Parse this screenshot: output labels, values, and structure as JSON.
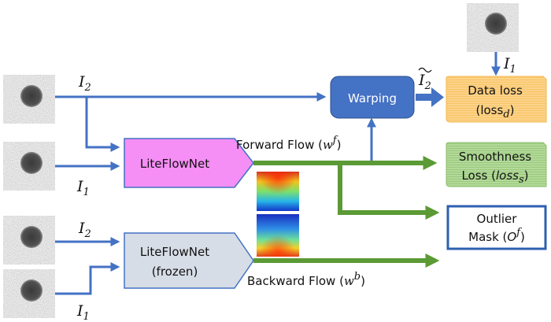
{
  "labels": {
    "i2_top": "I",
    "i2_top_sub": "2",
    "i1_mid": "I",
    "i1_mid_sub": "1",
    "i2_low": "I",
    "i2_low_sub": "2",
    "i1_low": "I",
    "i1_low_sub": "1",
    "i1_right": "I",
    "i1_right_sub": "1",
    "i2_tilde": "I",
    "i2_tilde_sub": "2",
    "forward_flow": "Forward Flow (",
    "forward_flow_var": "w",
    "forward_flow_sup": "f",
    "forward_flow_close": ")",
    "backward_flow": "Backward Flow (",
    "backward_flow_var": "w",
    "backward_flow_sup": "b",
    "backward_flow_close": ")"
  },
  "thumbnails": {
    "top_left": "I2",
    "mid_left": "I1",
    "low_left_a": "I2",
    "low_left_b": "I1",
    "top_right": "I1"
  },
  "boxes": {
    "liteflownet": "LiteFlowNet",
    "liteflownet_frozen_line1": "LiteFlowNet",
    "liteflownet_frozen_line2": "(frozen)",
    "warping": "Warping",
    "data_loss_line1": "Data loss",
    "data_loss_line2": "(loss",
    "data_loss_sub": "d",
    "data_loss_close": ")",
    "smoothness_line1": "Smoothness",
    "smoothness_line2": "Loss (",
    "smoothness_var": "loss",
    "smoothness_sub": "s",
    "smoothness_close": ")",
    "outlier_line1": "Outlier",
    "outlier_line2": "Mask (",
    "outlier_var": "O",
    "outlier_sup": "f",
    "outlier_close": ")"
  },
  "colors": {
    "blue_arrow": "#4472c4",
    "green_arrow": "#5b9a35",
    "liteflownet_fill": "#f58ef5",
    "frozen_fill": "#d7dde6",
    "warping_fill": "#4472c4",
    "data_loss_fill": "#fdd38a",
    "smoothness_fill": "#a9d18e",
    "outlier_border": "#2e5fb0"
  }
}
